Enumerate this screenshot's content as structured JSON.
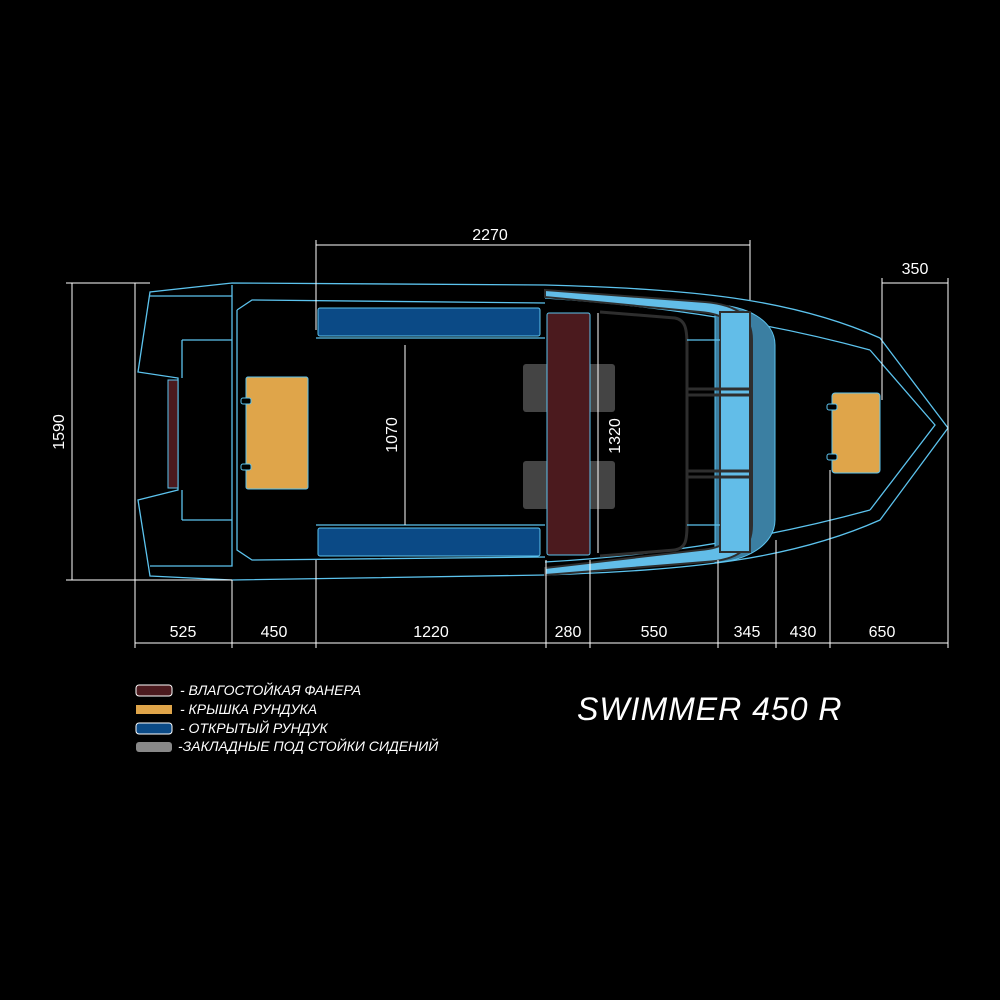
{
  "title": "SWIMMER 450 R",
  "colors": {
    "outline": "#5cc3ee",
    "plywood": "#4b1a1e",
    "hatch_lid": "#dfa54a",
    "open_locker": "#0b4a86",
    "seat_mount": "#444444",
    "windshield": "#62bde8",
    "windshield_dark": "#3b7fa2"
  },
  "dimensions": {
    "overall_width": "1590",
    "top_span": "2270",
    "bow_offset": "350",
    "cockpit_width": "1070",
    "bench_width": "1320",
    "bottom": [
      "525",
      "450",
      "1220",
      "280",
      "550",
      "345",
      "430",
      "650"
    ]
  },
  "legend": [
    {
      "label": "- ВЛАГОСТОЙКАЯ ФАНЕРА",
      "color": "#4b1a1e"
    },
    {
      "label": "- КРЫШКА РУНДУКА",
      "color": "#dfa54a"
    },
    {
      "label": "- ОТКРЫТЫЙ РУНДУК",
      "color": "#0b4a86"
    },
    {
      "label": "-ЗАКЛАДНЫЕ ПОД СТОЙКИ СИДЕНИЙ",
      "color": "#888888"
    }
  ]
}
